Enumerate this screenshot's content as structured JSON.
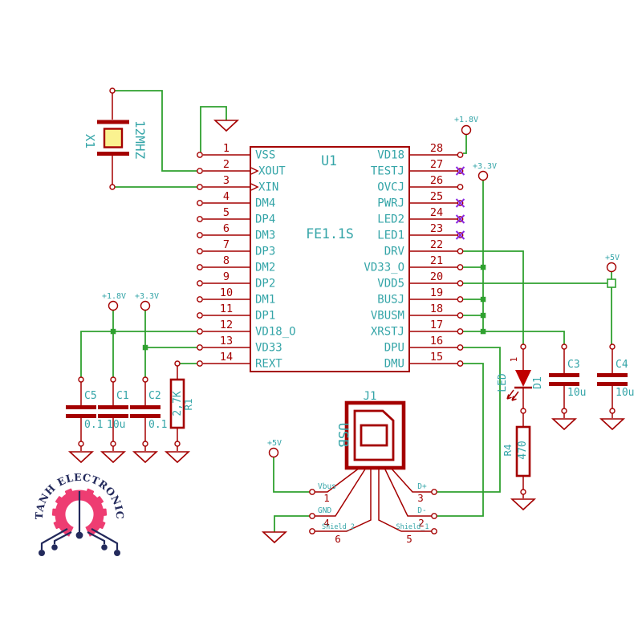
{
  "schematic": {
    "ic": {
      "ref": "U1",
      "part": "FE1.1S",
      "left_pins": [
        {
          "n": "1",
          "label": "VSS"
        },
        {
          "n": "2",
          "label": "XOUT"
        },
        {
          "n": "3",
          "label": "XIN"
        },
        {
          "n": "4",
          "label": "DM4"
        },
        {
          "n": "5",
          "label": "DP4"
        },
        {
          "n": "6",
          "label": "DM3"
        },
        {
          "n": "7",
          "label": "DP3"
        },
        {
          "n": "8",
          "label": "DM2"
        },
        {
          "n": "9",
          "label": "DP2"
        },
        {
          "n": "10",
          "label": "DM1"
        },
        {
          "n": "11",
          "label": "DP1"
        },
        {
          "n": "12",
          "label": "VD18_O"
        },
        {
          "n": "13",
          "label": "VD33"
        },
        {
          "n": "14",
          "label": "REXT"
        }
      ],
      "right_pins": [
        {
          "n": "28",
          "label": "VD18"
        },
        {
          "n": "27",
          "label": "TESTJ"
        },
        {
          "n": "26",
          "label": "OVCJ"
        },
        {
          "n": "25",
          "label": "PWRJ"
        },
        {
          "n": "24",
          "label": "LED2"
        },
        {
          "n": "23",
          "label": "LED1"
        },
        {
          "n": "22",
          "label": "DRV"
        },
        {
          "n": "21",
          "label": "VD33_O"
        },
        {
          "n": "20",
          "label": "VDD5"
        },
        {
          "n": "19",
          "label": "BUSJ"
        },
        {
          "n": "18",
          "label": "VBUSM"
        },
        {
          "n": "17",
          "label": "XRSTJ"
        },
        {
          "n": "16",
          "label": "DPU"
        },
        {
          "n": "15",
          "label": "DMU"
        }
      ]
    },
    "crystal": {
      "ref": "X1",
      "value": "12MHZ"
    },
    "caps": {
      "c5": {
        "ref": "C5",
        "value": "0.1"
      },
      "c1": {
        "ref": "C1",
        "value": "10u"
      },
      "c2": {
        "ref": "C2",
        "value": "0.1"
      },
      "c3": {
        "ref": "C3",
        "value": "10u"
      },
      "c4": {
        "ref": "C4",
        "value": "10u"
      }
    },
    "resistors": {
      "r1": {
        "ref": "R1",
        "value": "2,7K"
      },
      "r4": {
        "ref": "R4",
        "value": "470"
      }
    },
    "diode": {
      "ref": "D1",
      "value": "LED",
      "pin": "1"
    },
    "usb": {
      "ref": "J1",
      "value": "USB",
      "pins": {
        "vbus": {
          "n": "1",
          "label": "Vbus"
        },
        "gnd": {
          "n": "4",
          "label": "GND"
        },
        "shield2": {
          "n": "6",
          "label": "Shield_2"
        },
        "dplus": {
          "n": "3",
          "label": "D+"
        },
        "dminus": {
          "n": "2",
          "label": "D-"
        },
        "shield1": {
          "n": "5",
          "label": "Shield_1"
        }
      }
    },
    "power": {
      "p18_top": "+1.8V",
      "p33_top": "+3.3V",
      "p5_right": "+5V",
      "p18_left": "+1.8V",
      "p33_left": "+3.3V",
      "p5_usb": "+5V"
    },
    "colors": {
      "wire": "#2fa12f",
      "symbol": "#a40000",
      "label": "#35a5a8",
      "noconnect": "#8a2be2",
      "crystal_fill": "#faf290",
      "led_fill": "#c00000"
    }
  },
  "logo": {
    "text": "TANH ELECTRONIC",
    "pink": "#ee3d72",
    "navy": "#232a5c"
  }
}
